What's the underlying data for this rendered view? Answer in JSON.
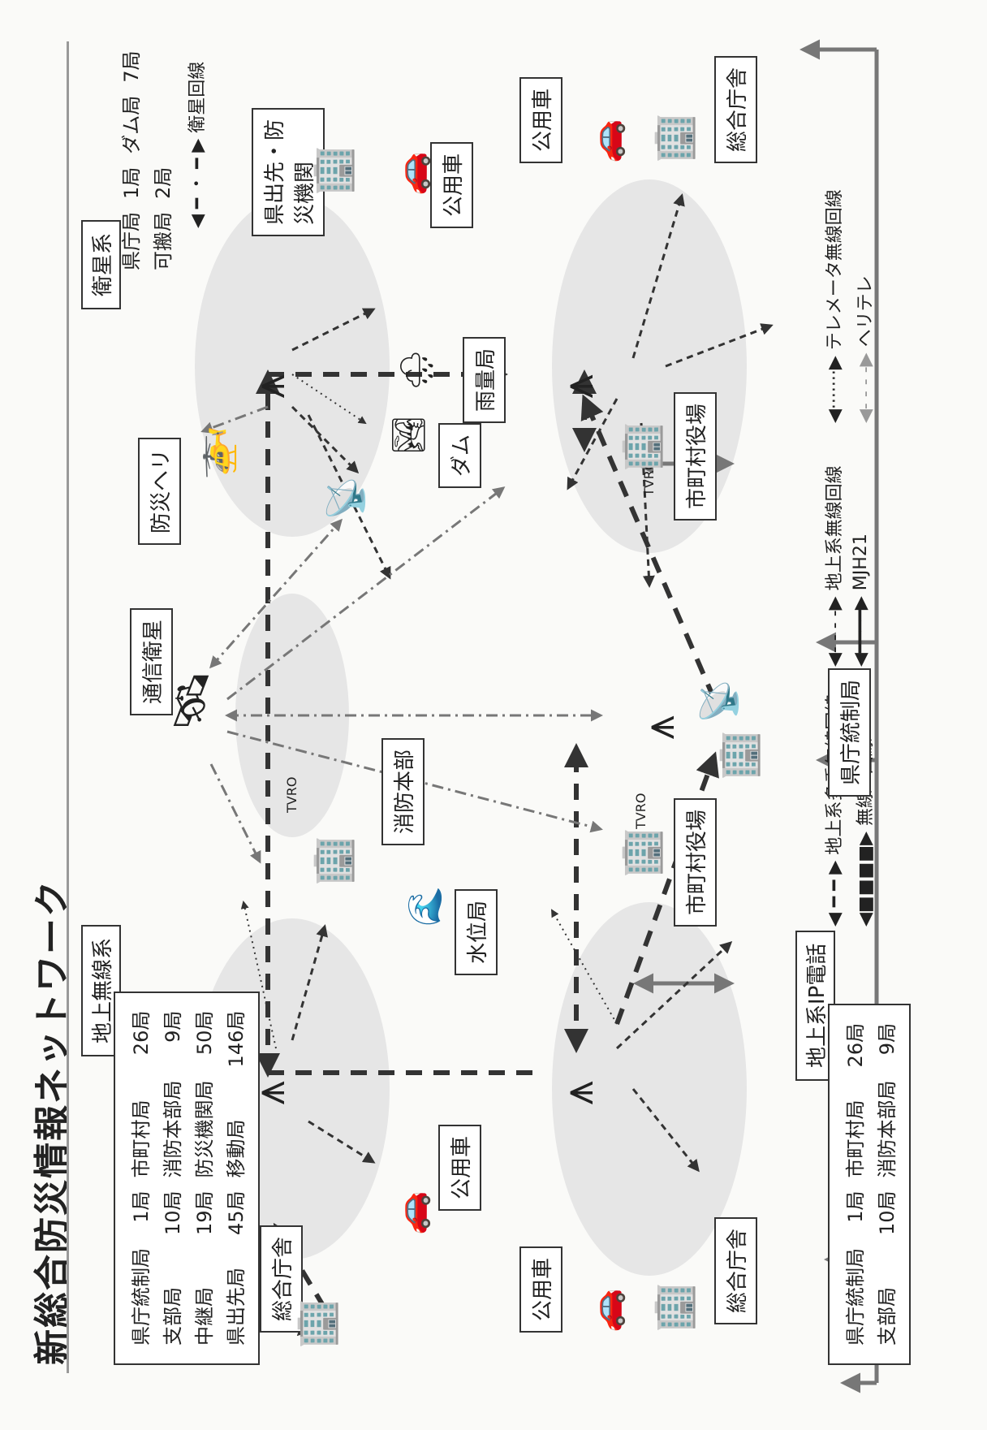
{
  "title": "新総合防災情報ネットワーク",
  "ground_radio": {
    "header": "地上無線系",
    "rows": [
      [
        "県庁統制局",
        "1局",
        "市町村局",
        "26局"
      ],
      [
        "支部局",
        "10局",
        "消防本部局",
        "9局"
      ],
      [
        "中継局",
        "19局",
        "防災機関局",
        "50局"
      ],
      [
        "県出先局",
        "45局",
        "移動局",
        "146局"
      ]
    ]
  },
  "satellite": {
    "header": "衛星系",
    "rows": [
      [
        "県庁局",
        "1局",
        "ダム局",
        "7局"
      ],
      [
        "可搬局",
        "2局",
        "",
        ""
      ]
    ],
    "line_label": "衛星回線"
  },
  "ip_phone": {
    "header": "地上系IP電話",
    "rows": [
      [
        "県庁統制局",
        "1局",
        "市町村局",
        "26局"
      ],
      [
        "支部局",
        "10局",
        "消防本部局",
        "9局"
      ]
    ]
  },
  "labels": {
    "sougou_left_top": "総合庁舎",
    "sougou_left_bottom": "総合庁舎",
    "sougou_right": "総合庁舎",
    "car_left_top": "公用車",
    "car_left_bottom": "公用車",
    "car_right_top": "公用車",
    "car_right_bottom": "公用車",
    "suii": "水位局",
    "shoubou": "消防本部",
    "shichoson_left": "市町村役場",
    "shichoson_right": "市町村役場",
    "eisei": "通信衛星",
    "heli": "防災ヘリ",
    "dam": "ダム",
    "uryo": "雨量局",
    "kenshutsu": "県出先・防災機関",
    "kencho": "県庁統制局",
    "tvro1": "TVRO",
    "tvro2": "TVRO",
    "tvro3": "TVRO"
  },
  "legend": [
    {
      "label": "地上系多重無線回線",
      "style": "heavy-dash"
    },
    {
      "label": "地上系無線回線",
      "style": "dash"
    },
    {
      "label": "テレメータ無線回線",
      "style": "dot"
    },
    {
      "label": "無線IP回線",
      "style": "heavy-dot"
    },
    {
      "label": "MJH21",
      "style": "solid"
    },
    {
      "label": "ヘリテレ",
      "style": "light-dash"
    }
  ],
  "colors": {
    "line": "#333333",
    "gray": "#777777",
    "shade": "#e4e4e4"
  }
}
